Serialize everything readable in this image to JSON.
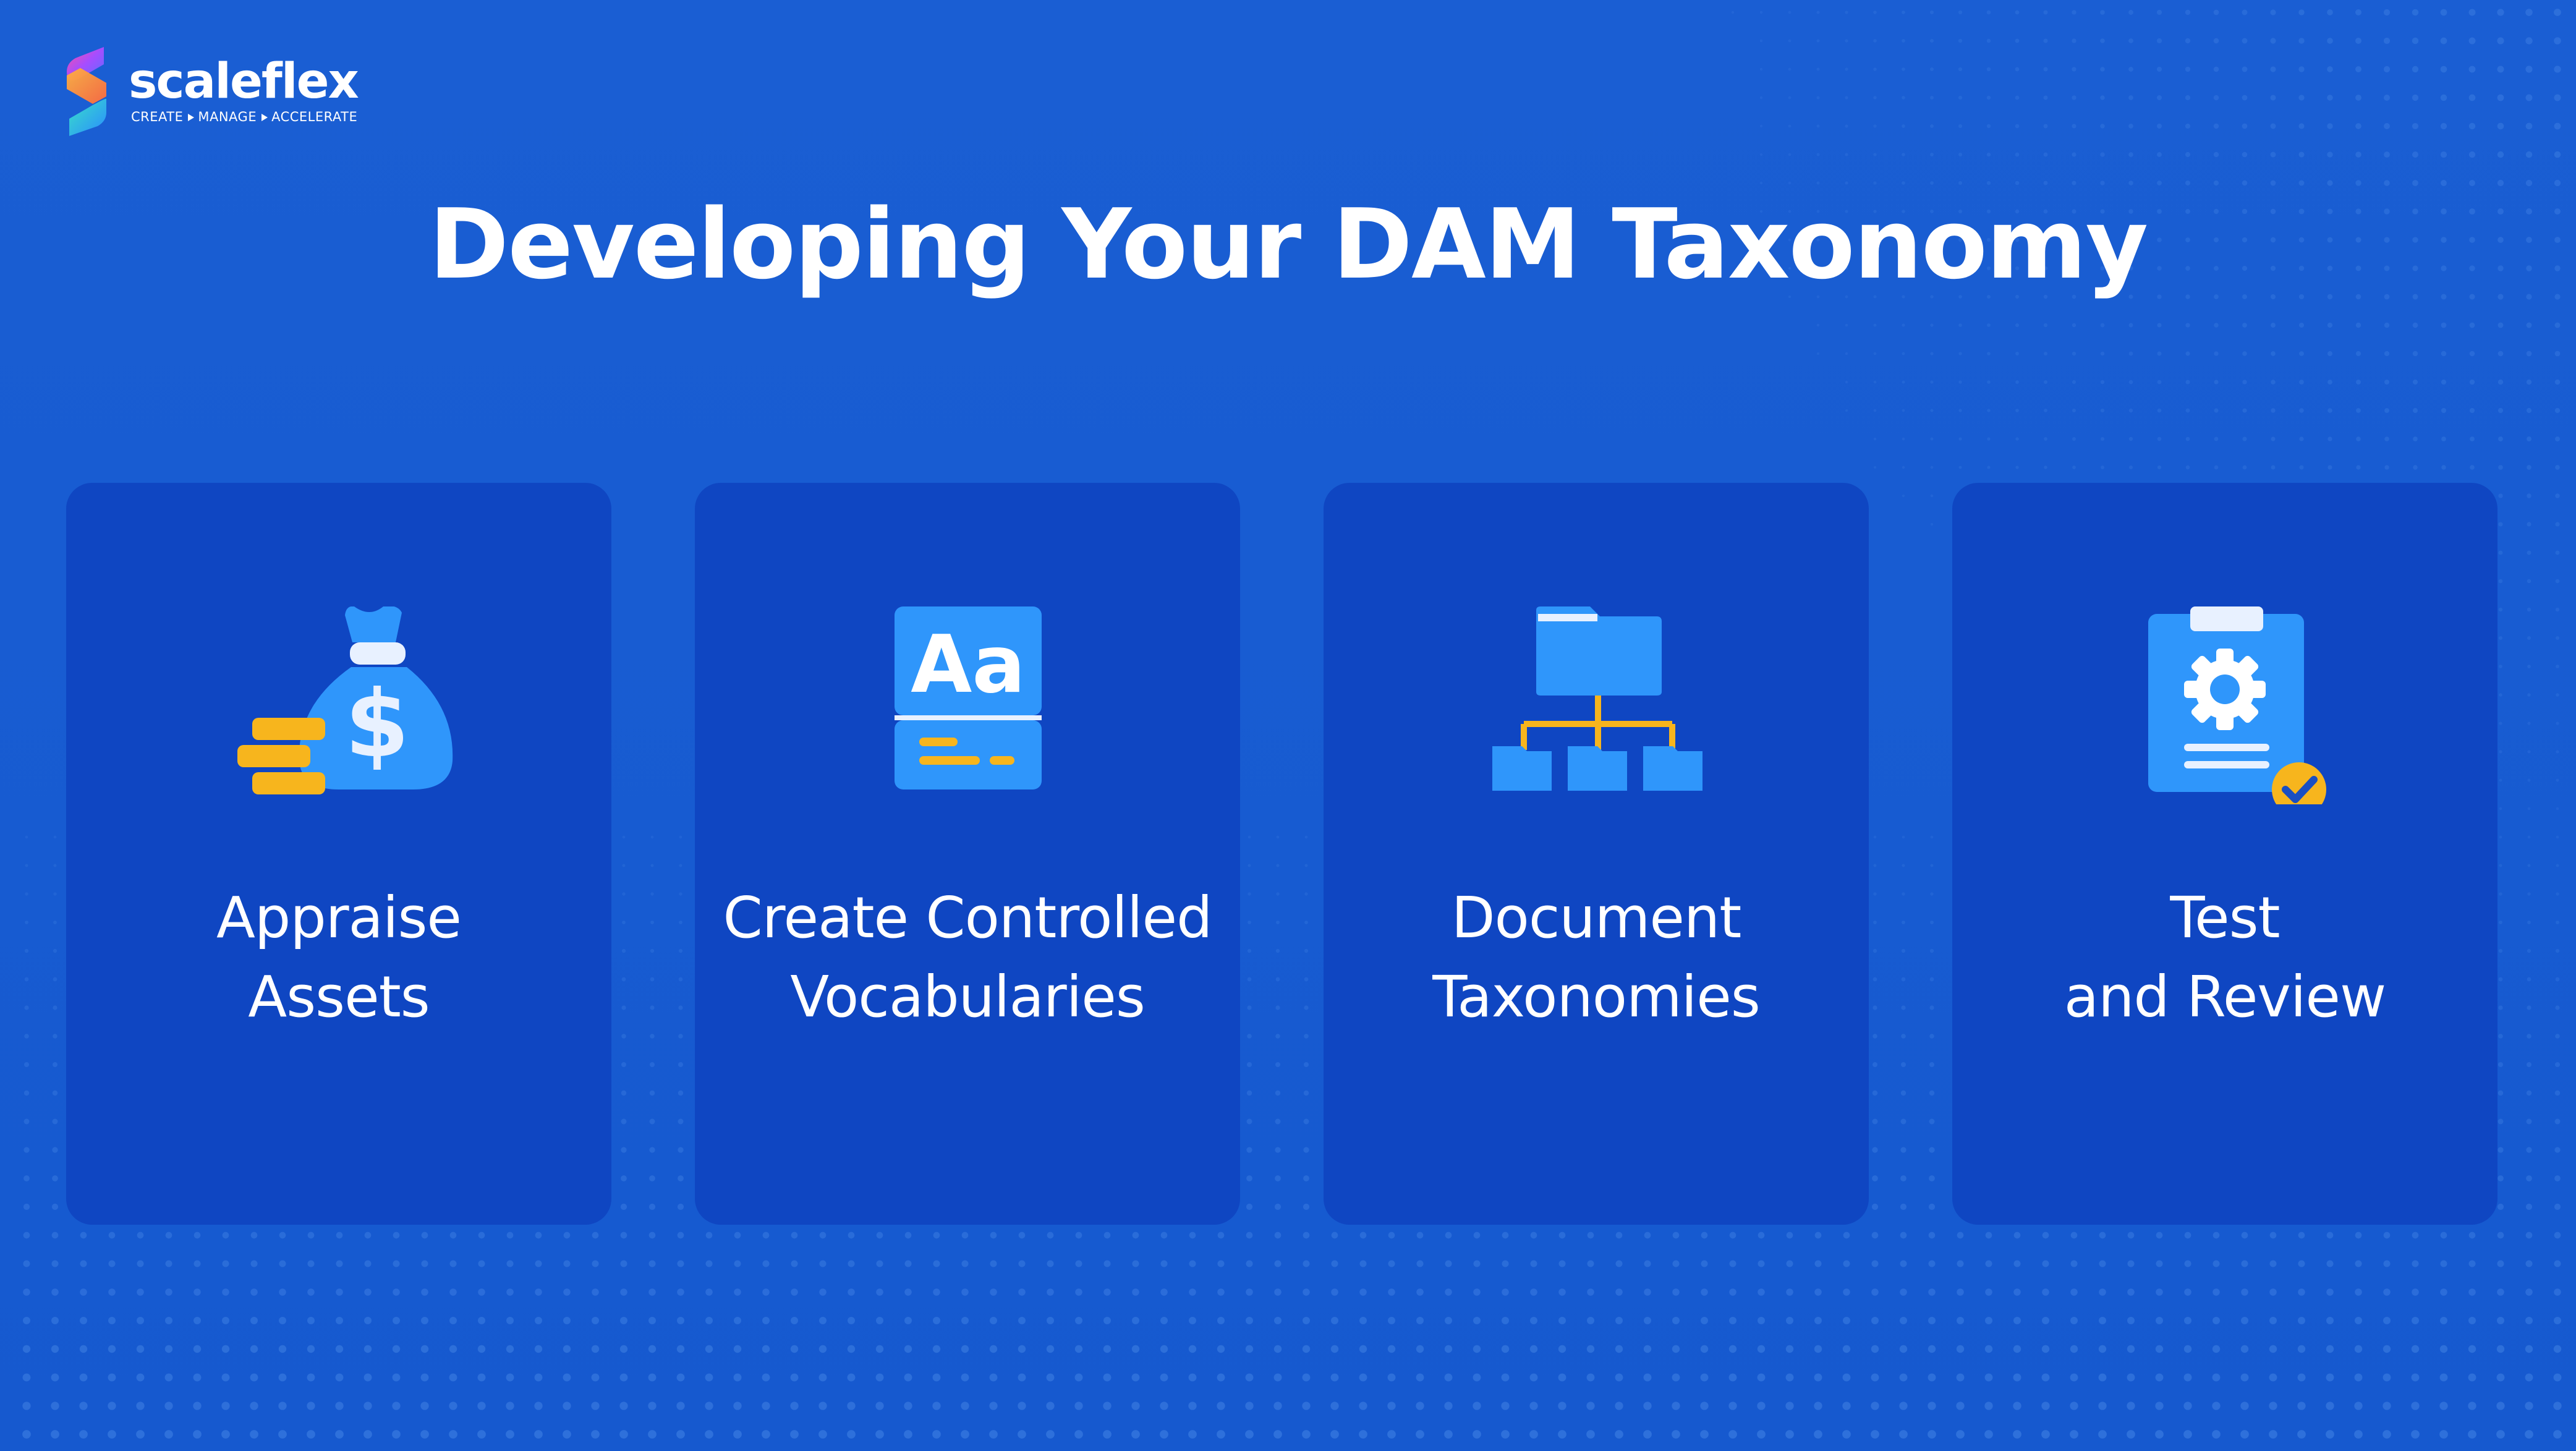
{
  "brand": {
    "name": "scaleflex",
    "tagline": [
      "CREATE",
      "MANAGE",
      "ACCELERATE"
    ]
  },
  "title": "Developing Your DAM Taxonomy",
  "cards": [
    {
      "label": "Appraise\nAssets",
      "icon": "money-bag-icon"
    },
    {
      "label": "Create Controlled\nVocabularies",
      "icon": "typography-icon"
    },
    {
      "label": "Document\nTaxonomies",
      "icon": "folder-hierarchy-icon"
    },
    {
      "label": "Test\nand Review",
      "icon": "clipboard-settings-check-icon"
    }
  ],
  "colors": {
    "background": "#165bd0",
    "card": "#0f46c2",
    "icon_blue": "#2f96fb",
    "icon_light": "#e8f1ff",
    "icon_yellow": "#f7b51d"
  }
}
